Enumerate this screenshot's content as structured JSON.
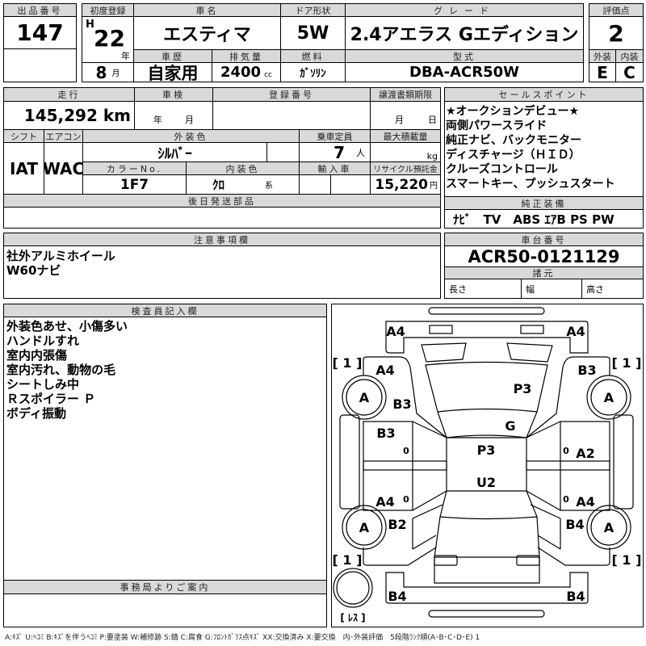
{
  "header": {
    "lot_no_label": "出品番号",
    "lot_no": "147",
    "first_reg_label": "初度登録",
    "era": "H",
    "year": "22",
    "year_unit": "年",
    "month": "8",
    "month_unit": "月",
    "car_name_label": "車名",
    "car_name": "エスティマ",
    "door_label": "ドア形状",
    "door": "5W",
    "grade_label": "グレード",
    "grade": "2.4アエラス Gエディション",
    "score_label": "評価点",
    "score": "2",
    "history_label": "車歴",
    "history": "自家用",
    "displacement_label": "排気量",
    "displacement": "2400",
    "displacement_unit": "cc",
    "fuel_label": "燃料",
    "fuel": "ｶﾞｿﾘﾝ",
    "model_label": "型式",
    "model": "DBA-ACR50W",
    "exterior_label": "外装",
    "exterior": "E",
    "interior_label": "内装",
    "interior": "C"
  },
  "details": {
    "mileage_label": "走行",
    "mileage": "145,292 km",
    "inspection_label": "車検",
    "inspection_year_unit": "年",
    "inspection_month_unit": "月",
    "reg_no_label": "登録番号",
    "transfer_label": "譲渡書類期限",
    "transfer_month_unit": "月",
    "transfer_day_unit": "日",
    "shift_label": "シフト",
    "shift": "IAT",
    "ac_label": "エアコン",
    "ac": "WAC",
    "color_label": "外装色",
    "color": "ｼﾙﾊﾞｰ",
    "capacity_label": "乗車定員",
    "capacity": "7",
    "capacity_unit": "人",
    "max_load_label": "最大積載量",
    "max_load_unit": "kg",
    "color_no_label": "カラーNo.",
    "color_no": "1F7",
    "interior_color_label": "内装色",
    "interior_color": "ｸﾛ",
    "interior_color_unit": "系",
    "import_label": "輸入車",
    "recycle_label": "リサイクル預託金",
    "recycle": "15,220",
    "recycle_unit": "円",
    "later_parts_label": "後日発送部品"
  },
  "sales_points": {
    "label": "セールスポイント",
    "items": [
      "★オークションデビュー★",
      "両側パワースライド",
      "純正ナビ、バックモニター",
      "ディスチャージ（ＨＩＤ）",
      "クルーズコントロール",
      "スマートキー、プッシュスタート"
    ],
    "equipment_label": "純正装備",
    "equipment": "ﾅﾋﾞ　TV　ABS ｴｱB PS PW"
  },
  "notes": {
    "label": "注意事項欄",
    "items": [
      "社外アルミホイール",
      "W60ナビ"
    ]
  },
  "chassis": {
    "label": "車台番号",
    "number": "ACR50-0121129",
    "spec_label": "諸元",
    "length_label": "長さ",
    "width_label": "幅",
    "height_label": "高さ"
  },
  "inspector": {
    "label": "検査員記入欄",
    "items": [
      "外装色あせ、小傷多い",
      "ハンドルすれ",
      "室内内張傷",
      "室内汚れ、動物の毛",
      "シートしみ中",
      "Ｒスポイラー Ｐ",
      "ボディ振動"
    ]
  },
  "office": {
    "label": "事務局よりご案内"
  },
  "diagram": {
    "marks": {
      "front_bumper_l": "A4",
      "front_bumper_r": "A4",
      "tread_fl": "[ 1 ]",
      "tread_fr": "[ 1 ]",
      "tread_rl": "[ 1 ]",
      "tread_rr": "[ 1 ]",
      "fender_fl": "A4",
      "fender_fr": "B3",
      "wheel_fl": "A",
      "wheel_fr": "A",
      "wheel_rl": "A",
      "wheel_rr": "A",
      "pillar_l": "B3",
      "hood": "P3",
      "windshield": "G",
      "door_fl": "B3",
      "roof": "P3",
      "door_fr": "A2",
      "roof_rear": "U2",
      "door_rl": "A4",
      "door_rr": "A4",
      "quarter_l": "B2",
      "quarter_r": "B4",
      "rear_bumper_l": "B4",
      "rear_bumper_r": "B4",
      "spare": "[ ﾚｽ ]",
      "zero": "0"
    }
  },
  "legend": "A:ｷｽﾞ U:ﾍｺﾐ B:ｷｽﾞを伴うﾍｺﾐ P:要塗装 W:補修跡 S:錆 C:腐食 G:ﾌﾛﾝﾄｶﾞﾗｽ点ｷｽﾞ XX:交換済み X:要交換　内･外装評価　5段階ﾗﾝｸ順(A･B･C･D･E) 1"
}
